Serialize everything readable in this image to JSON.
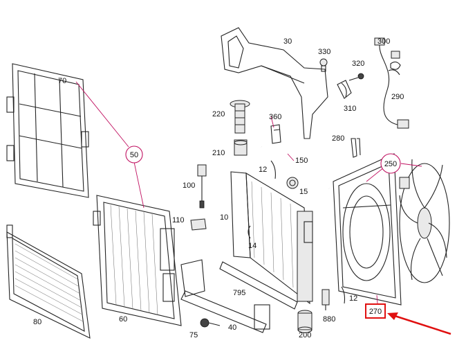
{
  "callouts": {
    "c70": "70",
    "c50": "50",
    "c80": "80",
    "c60": "60",
    "c75": "75",
    "c40": "40",
    "c30": "30",
    "c330": "330",
    "c320": "320",
    "c300": "300",
    "c290": "290",
    "c310": "310",
    "c220": "220",
    "c360": "360",
    "c280": "280",
    "c210": "210",
    "c150": "150",
    "c250": "250",
    "c100": "100",
    "c12a": "12",
    "c15": "15",
    "c110": "110",
    "c10": "10",
    "c14": "14",
    "c795": "795",
    "c12b": "12",
    "c880": "880",
    "c200": "200",
    "c270": "270"
  },
  "highlight": {
    "target": "270",
    "box_color": "#e01010",
    "arrow_color": "#e01010"
  },
  "colors": {
    "leader": "#c01060",
    "ink": "#222222"
  }
}
